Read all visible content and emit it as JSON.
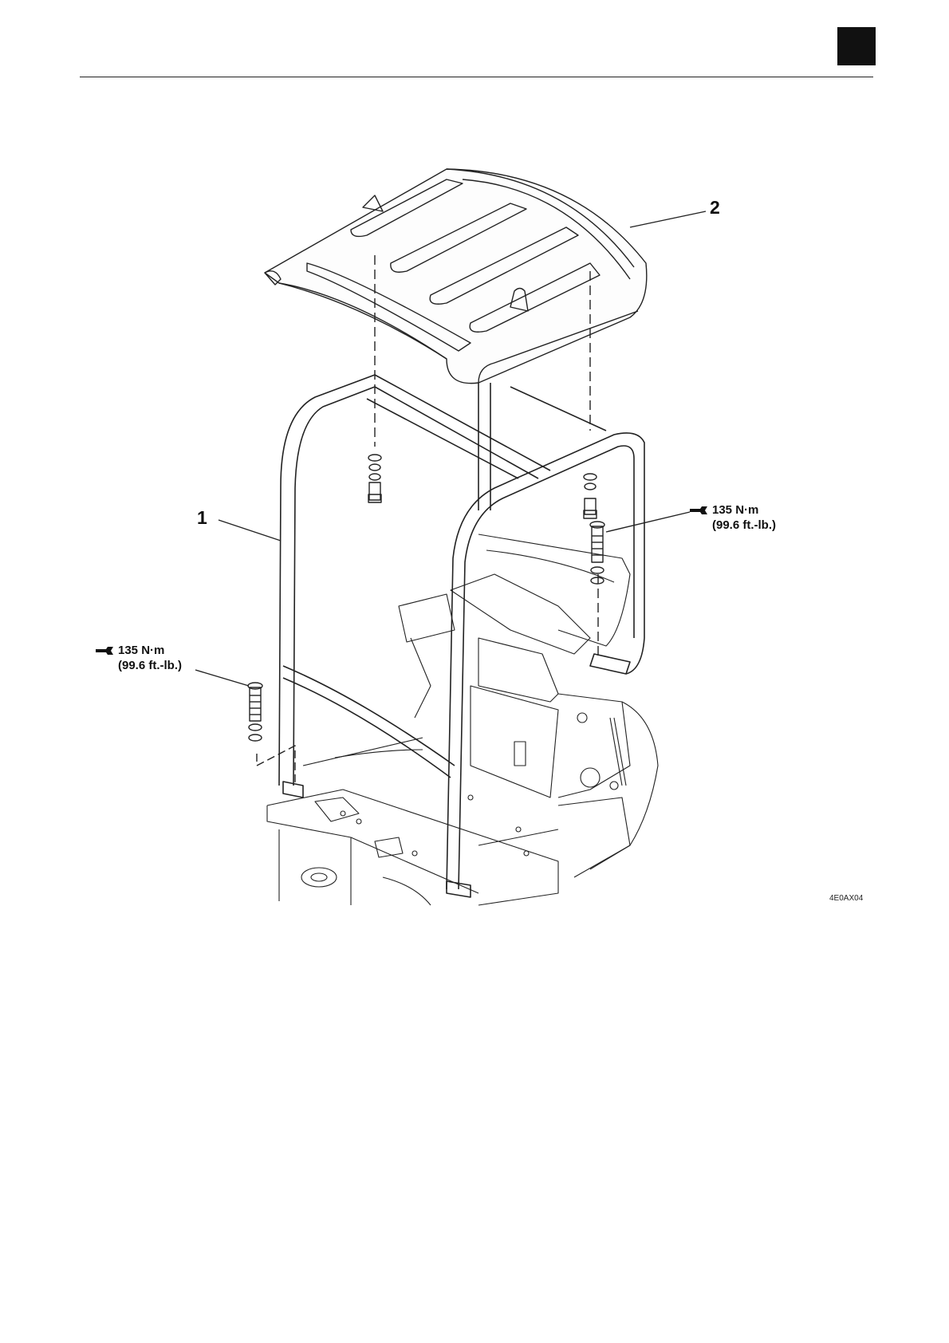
{
  "page": {
    "tab_color": "#111111"
  },
  "callouts": {
    "item1": "1",
    "item2": "2"
  },
  "torque_right": {
    "icon": "wrench-icon",
    "value": "135 N·m",
    "imperial": "(99.6 ft.-lb.)"
  },
  "torque_left": {
    "icon": "wrench-icon",
    "value": "135 N·m",
    "imperial": "(99.6 ft.-lb.)"
  },
  "figure_code": "4E0AX04"
}
